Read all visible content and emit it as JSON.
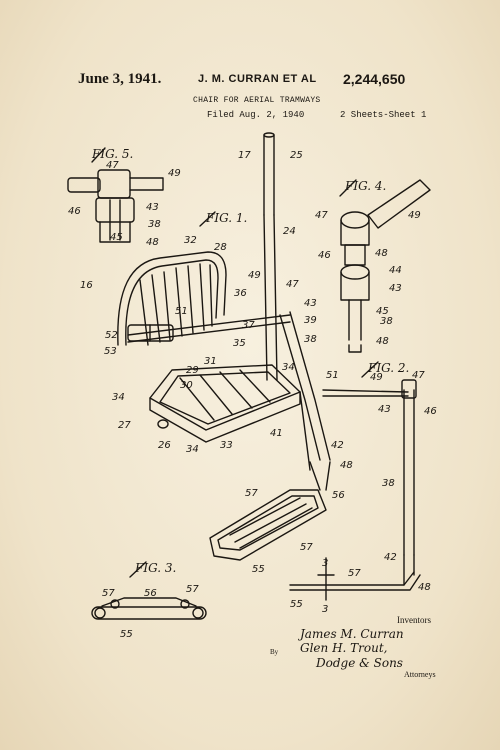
{
  "header": {
    "date": "June 3, 1941.",
    "inventors_short": "J. M. CURRAN ET AL",
    "patent_number": "2,244,650",
    "title": "CHAIR FOR AERIAL TRAMWAYS",
    "filed": "Filed Aug. 2, 1940",
    "sheets": "2 Sheets-Sheet 1"
  },
  "figures": {
    "fig1": "FIG. 1.",
    "fig2": "FIG. 2.",
    "fig3": "FIG. 3.",
    "fig4": "FIG. 4.",
    "fig5": "FIG. 5."
  },
  "signature_block": {
    "label": "Inventors",
    "inventor1": "James M. Curran",
    "inventor2": "Glen H. Trout,",
    "by": "By",
    "attorney_sig": "Dodge & Sons",
    "attorney_label": "Attorneys"
  },
  "colors": {
    "paper": "#f3ead6",
    "ink": "#1b1712"
  }
}
